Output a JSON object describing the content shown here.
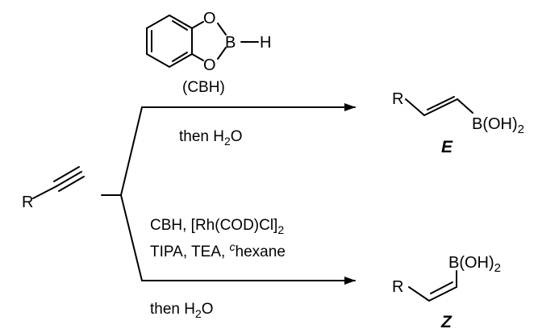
{
  "catecholborane": {
    "atom_o_top": "O",
    "atom_o_bottom": "O",
    "atom_b": "B",
    "atom_h": "H",
    "label": "(CBH)"
  },
  "alkyne": {
    "substituent": "R"
  },
  "upper_route": {
    "condition": {
      "prefix": "then H",
      "sub": "2",
      "suffix": "O"
    }
  },
  "lower_route": {
    "condition_line1": "CBH, [Rh(COD)Cl]",
    "condition_line1_sub": "2",
    "condition_line2_prefix": "TIPA, TEA, ",
    "condition_line2_sup": "c",
    "condition_line2_suffix": "hexane",
    "condition_line3": {
      "prefix": "then H",
      "sub": "2",
      "suffix": "O"
    }
  },
  "product_e": {
    "substituent": "R",
    "group": "B(OH)",
    "group_sub": "2",
    "label": "E"
  },
  "product_z": {
    "substituent": "R",
    "group": "B(OH)",
    "group_sub": "2",
    "label": "Z"
  }
}
